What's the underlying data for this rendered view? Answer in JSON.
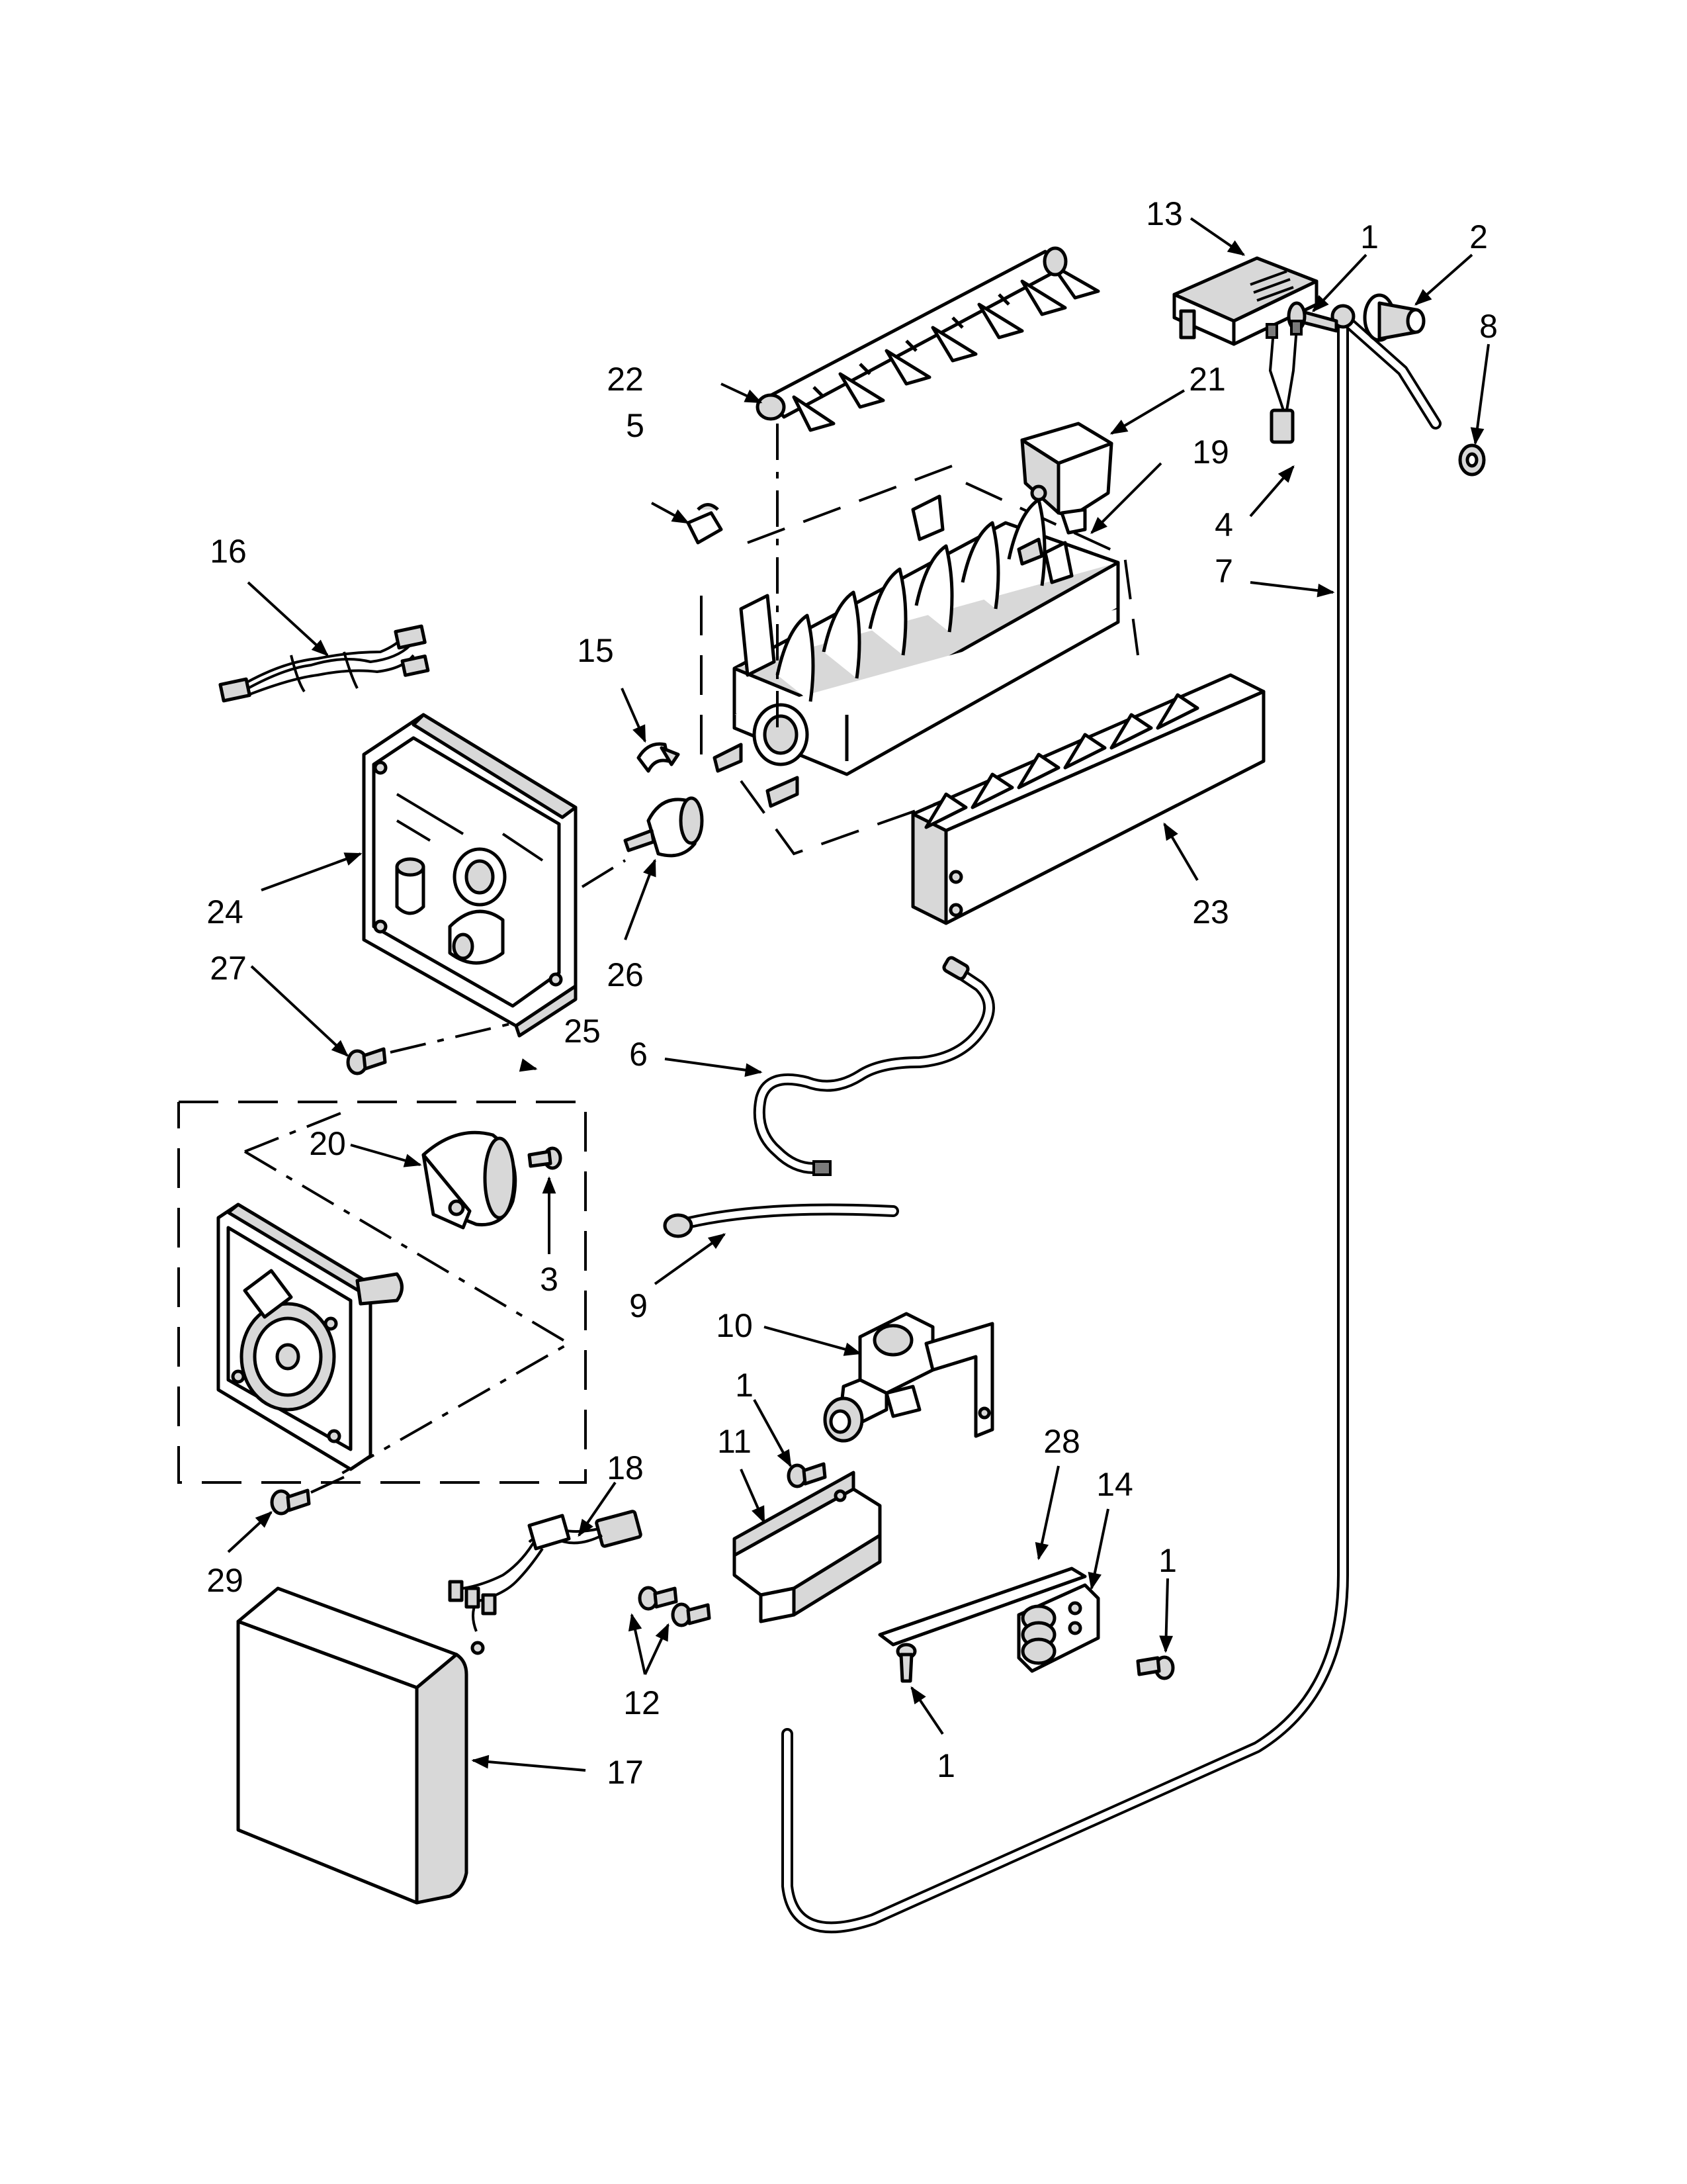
{
  "callouts": {
    "c1a": "1",
    "c1b": "1",
    "c1c": "1",
    "c1d": "1",
    "c2": "2",
    "c3": "3",
    "c4": "4",
    "c5": "5",
    "c6": "6",
    "c7": "7",
    "c8": "8",
    "c9": "9",
    "c10": "10",
    "c11": "11",
    "c12": "12",
    "c13": "13",
    "c14": "14",
    "c15": "15",
    "c16": "16",
    "c17": "17",
    "c18": "18",
    "c19": "19",
    "c20": "20",
    "c21": "21",
    "c22": "22",
    "c23": "23",
    "c24": "24",
    "c25": "25",
    "c26": "26",
    "c27": "27",
    "c28": "28",
    "c29": "29"
  }
}
